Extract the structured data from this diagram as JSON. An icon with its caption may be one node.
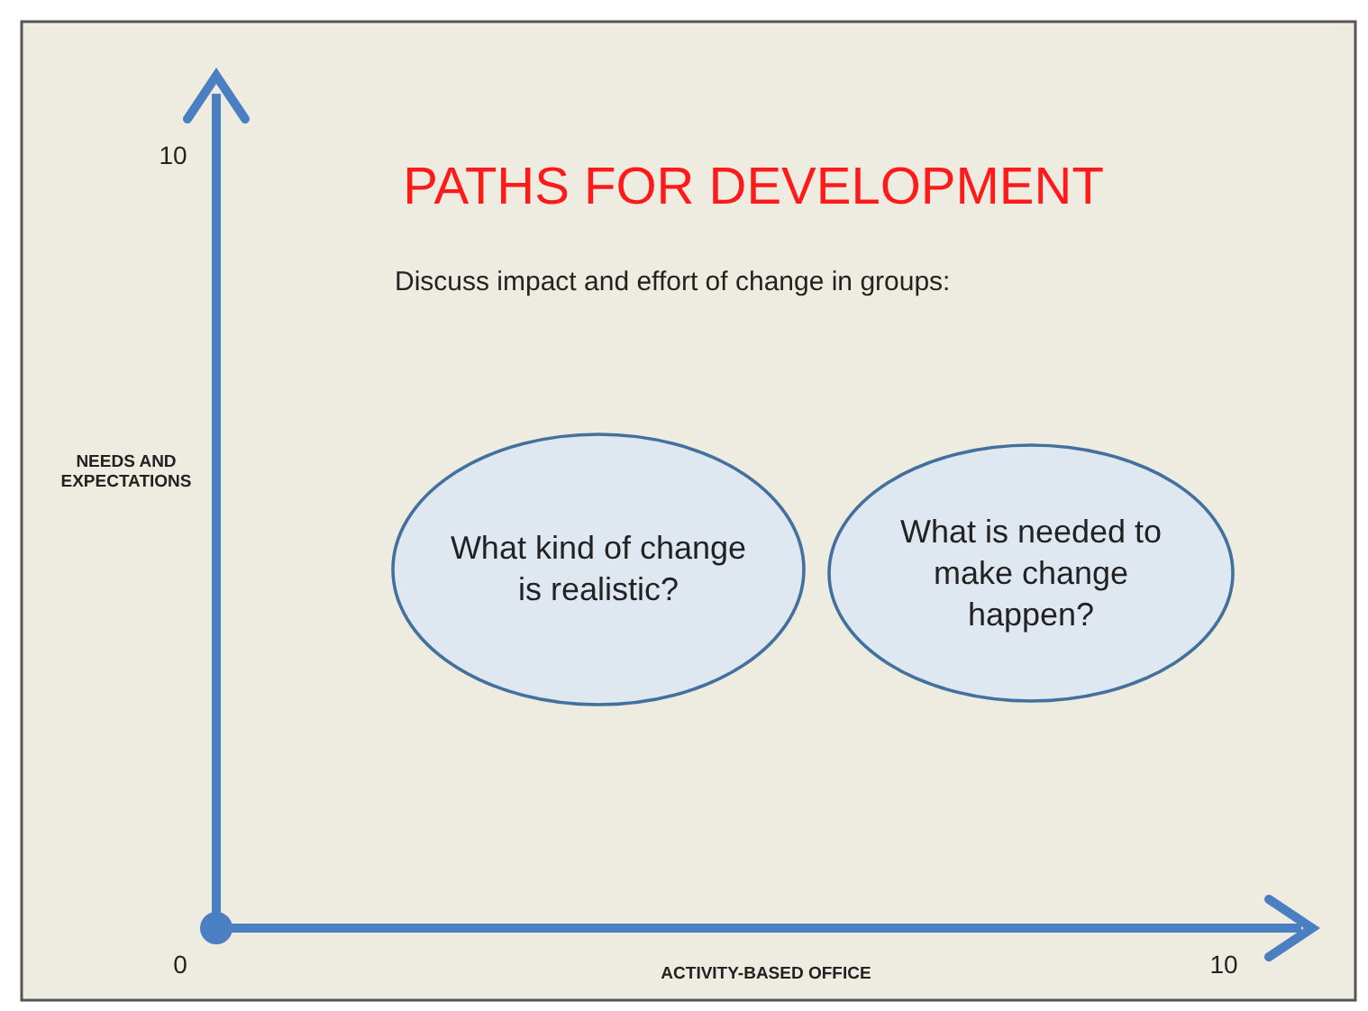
{
  "diagram": {
    "title": "PATHS FOR DEVELOPMENT",
    "nodes": [
      {
        "text": [
          "What kind of change is realistic?"
        ]
      },
      {
        "text": [
          "What is needed to make change happen?"
        ]
      }
    ],
    "labels": [
      "10",
      "Discuss impact and effort of change in groups:",
      "NEEDS AND EXPECTATIONS",
      "0",
      "ACTIVITY-BASED OFFICE",
      "10"
    ]
  }
}
